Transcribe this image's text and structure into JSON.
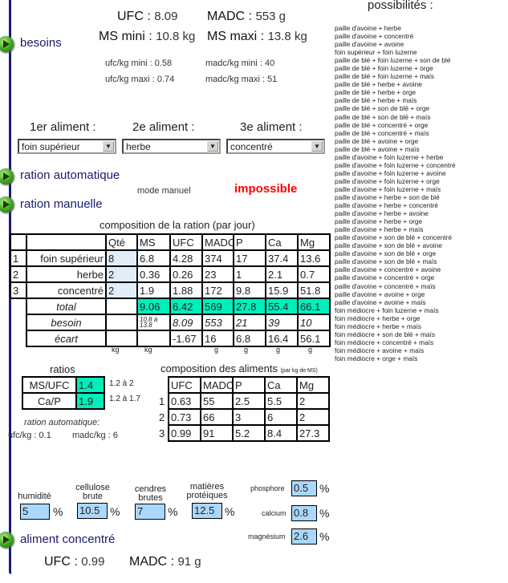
{
  "besoins": {
    "label": "besoins",
    "ufc_label": "UFC :",
    "ufc": "8.09",
    "madc_label": "MADC :",
    "madc": "553 g",
    "msmini_label": "MS mini :",
    "msmini": "10.8 kg",
    "msmaxi_label": "MS maxi :",
    "msmaxi": "13.8 kg",
    "ufckg_mini_label": "ufc/kg mini :",
    "ufckg_mini": "0.58",
    "ufckg_maxi_label": "ufc/kg maxi :",
    "ufckg_maxi": "0.74",
    "madckg_mini_label": "madc/kg mini :",
    "madckg_mini": "40",
    "madckg_maxi_label": "madc/kg maxi :",
    "madckg_maxi": "51"
  },
  "aliments": {
    "a1_label": "1er aliment :",
    "a1": "foin supérieur",
    "a2_label": "2e aliment :",
    "a2": "herbe",
    "a3_label": "3e aliment :",
    "a3": "concentré"
  },
  "ration_auto": "ration automatique",
  "ration_manuelle": "ration manuelle",
  "mode": "mode manuel",
  "status": "impossible",
  "status_color": "#ff0000",
  "composition": {
    "title": "composition de la ration (par jour)",
    "headers": [
      "",
      "",
      "Qté",
      "MS",
      "UFC",
      "MADC",
      "P",
      "Ca",
      "Mg"
    ],
    "rows": [
      [
        "1",
        "foin supérieur",
        "8",
        "6.8",
        "4.28",
        "374",
        "17",
        "37.4",
        "13.6"
      ],
      [
        "2",
        "herbe",
        "2",
        "0.36",
        "0.26",
        "23",
        "1",
        "2.1",
        "0.7"
      ],
      [
        "3",
        "concentré",
        "2",
        "1.9",
        "1.88",
        "172",
        "9.8",
        "15.9",
        "51.8"
      ]
    ],
    "total": [
      "total",
      "",
      "9.06",
      "6.42",
      "569",
      "27.8",
      "55.4",
      "66.1"
    ],
    "besoin": [
      "besoin",
      "",
      "10.8 à 13.8",
      "8.09",
      "553",
      "21",
      "39",
      "10"
    ],
    "ecart": [
      "écart",
      "",
      "",
      "-1.67",
      "16",
      "6.8",
      "16.4",
      "56.1"
    ],
    "units": [
      "kg",
      "kg",
      "",
      "g",
      "g",
      "g",
      "g"
    ]
  },
  "ratios": {
    "title": "ratios",
    "rows": [
      {
        "label": "MS/UFC",
        "value": "1.4",
        "range": "1.2 à 2"
      },
      {
        "label": "Ca/P",
        "value": "1.9",
        "range": "1.2 à 1.7"
      }
    ],
    "auto_label": "ration automatique:",
    "ufckg": "ufc/kg : 0.1",
    "madckg": "madc/kg : 6"
  },
  "comp_aliments": {
    "title": "composition des aliments",
    "subtitle": "(par kg de MS)",
    "headers": [
      "UFC",
      "MADC",
      "P",
      "Ca",
      "Mg"
    ],
    "rows": [
      [
        "1",
        "0.63",
        "55",
        "2.5",
        "5.5",
        "2"
      ],
      [
        "2",
        "0.73",
        "66",
        "3",
        "6",
        "2"
      ],
      [
        "3",
        "0.99",
        "91",
        "5.2",
        "8.4",
        "27.3"
      ]
    ]
  },
  "concentre": {
    "label": "aliment concentré",
    "humidite_label": "humidité",
    "humidite": "5",
    "cellulose_label1": "cellulose",
    "cellulose_label2": "brute",
    "cellulose": "10.5",
    "cendres_label1": "cendres",
    "cendres_label2": "brutes",
    "cendres": "7",
    "matieres_label1": "matières",
    "matieres_label2": "protéiques",
    "matieres": "12.5",
    "phosphore_label": "phosphore",
    "phosphore": "0.5",
    "calcium_label": "calcium",
    "calcium": "0.8",
    "magnesium_label": "magnésium",
    "magnesium": "2.6",
    "pct": "%",
    "ufc_label": "UFC :",
    "ufc": "0.99",
    "madc_label": "MADC :",
    "madc": "91 g"
  },
  "possibilites": {
    "title": "possibilités :",
    "items": [
      "paille d'avoine + herbe",
      "paille d'avoine + concentré",
      "paille d'avoine + avoine",
      "foin supérieur + foin luzerne",
      "paille de blé + foin luzerne + son de blé",
      "paille de blé + foin luzerne + orge",
      "paille de blé + foin luzerne + maïs",
      "paille de blé + herbe + avoine",
      "paille de blé + herbe + orge",
      "paille de blé + herbe + maïs",
      "paille de blé + son de blé + orge",
      "paille de blé + son de blé + maïs",
      "paille de blé + concentré + orge",
      "paille de blé + concentré + maïs",
      "paille de blé + avoine + orge",
      "paille de blé + avoine + maïs",
      "paille d'avoine + foin luzerne + herbe",
      "paille d'avoine + foin luzerne + concentré",
      "paille d'avoine + foin luzerne + avoine",
      "paille d'avoine + foin luzerne + orge",
      "paille d'avoine + foin luzerne + maïs",
      "paille d'avoine + herbe + son de blé",
      "paille d'avoine + herbe + concentré",
      "paille d'avoine + herbe + avoine",
      "paille d'avoine + herbe + orge",
      "paille d'avoine + herbe + maïs",
      "paille d'avoine + son de blé + concentré",
      "paille d'avoine + son de blé + avoine",
      "paille d'avoine + son de blé + orge",
      "paille d'avoine + son de blé + maïs",
      "paille d'avoine + concentré + avoine",
      "paille d'avoine + concentré + orge",
      "paille d'avoine + concentré + maïs",
      "paille d'avoine + avoine + orge",
      "paille d'avoine + avoine + maïs",
      "foin médiocre + foin luzerne + maïs",
      "foin médiocre + herbe + orge",
      "foin médiocre + herbe + maïs",
      "foin médiocre + son de blé + maïs",
      "foin médiocre + concentré + maïs",
      "foin médiocre + avoine + maïs",
      "foin médiocre + orge + maïs"
    ]
  }
}
